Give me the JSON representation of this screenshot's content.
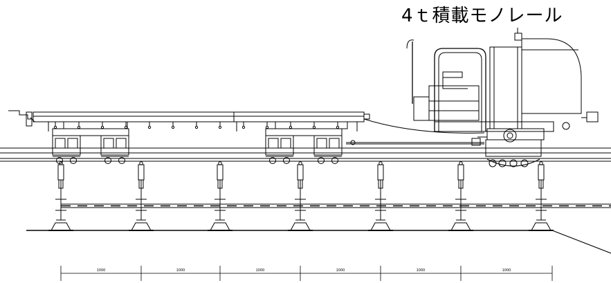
{
  "diagram": {
    "title": "4ｔ積載モノレール",
    "dimension_labels": [
      "1000",
      "1000",
      "1000",
      "1000",
      "1000",
      "1000"
    ]
  },
  "colors": {
    "line": "#000000",
    "background": "#ffffff"
  }
}
